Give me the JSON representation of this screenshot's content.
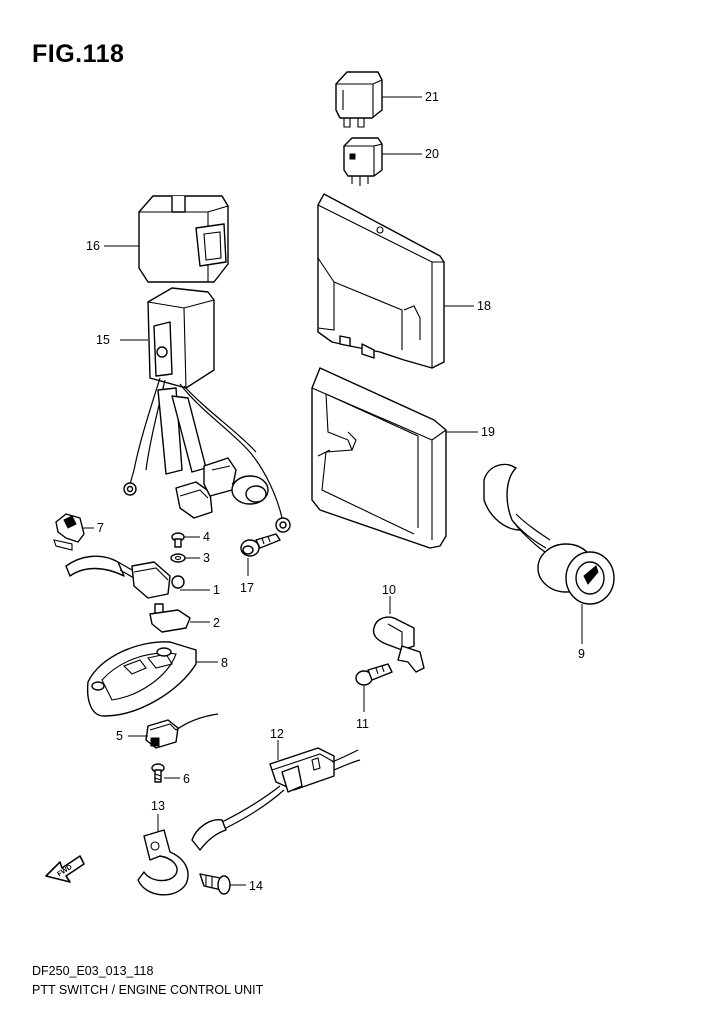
{
  "title": "FIG.118",
  "callouts": [
    "21",
    "20",
    "16",
    "18",
    "15",
    "19",
    "7",
    "4",
    "3",
    "1",
    "17",
    "2",
    "9",
    "10",
    "8",
    "11",
    "5",
    "12",
    "6",
    "13",
    "14"
  ],
  "fwd_label": "FWD",
  "footer": {
    "code": "DF250_E03_013_118",
    "caption": "PTT SWITCH / ENGINE CONTROL UNIT"
  },
  "icons": [
    "relay-21",
    "relay-20",
    "cover-16",
    "ptt-switch-15",
    "ecu-18",
    "ecu-cover-19",
    "connector-9",
    "clip-7",
    "fwd-arrow"
  ]
}
